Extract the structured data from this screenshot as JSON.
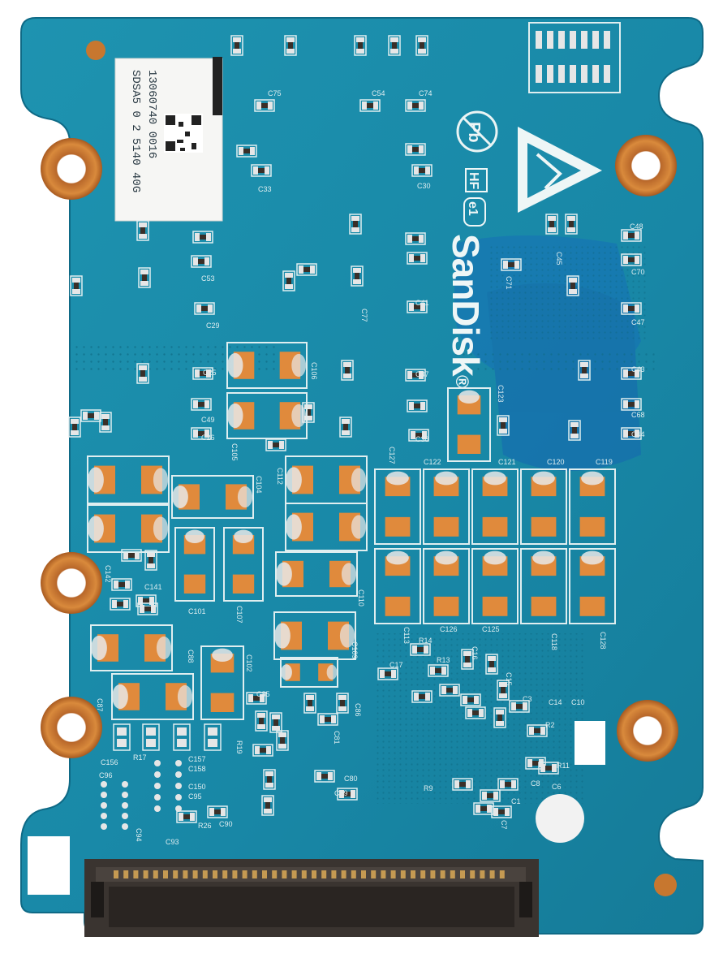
{
  "photo": {
    "board_color": "#1a8aa8",
    "pad_color": "#e08a3c",
    "solder_color": "#e8e8e8"
  },
  "brand": {
    "name": "SanDisk",
    "reg_mark": "®"
  },
  "marks": {
    "pb_free": "Pb",
    "hf": "HF",
    "e1": "e1"
  },
  "sticker": {
    "line1": "13060740 0016",
    "line2": "SDSA5 0 2 5140 40G"
  },
  "silkscreen": [
    {
      "id": "C75",
      "text": "C75"
    },
    {
      "id": "C54",
      "text": "C54"
    },
    {
      "id": "C74",
      "text": "C74"
    },
    {
      "id": "C33",
      "text": "C33"
    },
    {
      "id": "C30",
      "text": "C30"
    },
    {
      "id": "C53",
      "text": "C53"
    },
    {
      "id": "C29",
      "text": "C29"
    },
    {
      "id": "C77",
      "text": "C77"
    },
    {
      "id": "C47",
      "text": "C47"
    },
    {
      "id": "C70",
      "text": "C70"
    },
    {
      "id": "C48",
      "text": "C48"
    },
    {
      "id": "C45",
      "text": "C45"
    },
    {
      "id": "C71",
      "text": "C71"
    },
    {
      "id": "C43",
      "text": "C43"
    },
    {
      "id": "C68",
      "text": "C68"
    },
    {
      "id": "C44",
      "text": "C44"
    },
    {
      "id": "C26",
      "text": "C26"
    },
    {
      "id": "C25",
      "text": "C25"
    },
    {
      "id": "C49",
      "text": "C49"
    },
    {
      "id": "C105",
      "text": "C105"
    },
    {
      "id": "C106",
      "text": "C106"
    },
    {
      "id": "C41",
      "text": "C41"
    },
    {
      "id": "C37",
      "text": "C37"
    },
    {
      "id": "C38",
      "text": "C38"
    },
    {
      "id": "C123",
      "text": "C123"
    },
    {
      "id": "C127",
      "text": "C127"
    },
    {
      "id": "C122",
      "text": "C122"
    },
    {
      "id": "C121",
      "text": "C121"
    },
    {
      "id": "C120",
      "text": "C120"
    },
    {
      "id": "C119",
      "text": "C119"
    },
    {
      "id": "C112",
      "text": "C112"
    },
    {
      "id": "C104",
      "text": "C104"
    },
    {
      "id": "C101",
      "text": "C101"
    },
    {
      "id": "C107",
      "text": "C107"
    },
    {
      "id": "C110",
      "text": "C110"
    },
    {
      "id": "C109",
      "text": "C109"
    },
    {
      "id": "C113",
      "text": "C113"
    },
    {
      "id": "C126",
      "text": "C126"
    },
    {
      "id": "C125",
      "text": "C125"
    },
    {
      "id": "C118",
      "text": "C118"
    },
    {
      "id": "C128",
      "text": "C128"
    },
    {
      "id": "C14",
      "text": "C14"
    },
    {
      "id": "C10",
      "text": "C10"
    },
    {
      "id": "C17",
      "text": "C17"
    },
    {
      "id": "R14",
      "text": "R14"
    },
    {
      "id": "R13",
      "text": "R13"
    },
    {
      "id": "C16",
      "text": "C16"
    },
    {
      "id": "C15",
      "text": "C15"
    },
    {
      "id": "C3",
      "text": "C3"
    },
    {
      "id": "C6",
      "text": "C6"
    },
    {
      "id": "R11",
      "text": "R11"
    },
    {
      "id": "R9",
      "text": "R9"
    },
    {
      "id": "R2",
      "text": "R2"
    },
    {
      "id": "C156",
      "text": "C156"
    },
    {
      "id": "C157",
      "text": "C157"
    },
    {
      "id": "C158",
      "text": "C158"
    },
    {
      "id": "C150",
      "text": "C150"
    },
    {
      "id": "C95",
      "text": "C95"
    },
    {
      "id": "C93",
      "text": "C93"
    },
    {
      "id": "C94",
      "text": "C94"
    },
    {
      "id": "C96",
      "text": "C96"
    },
    {
      "id": "C90",
      "text": "C90"
    },
    {
      "id": "C80",
      "text": "C80"
    },
    {
      "id": "C89",
      "text": "C89"
    },
    {
      "id": "C85",
      "text": "C85"
    },
    {
      "id": "C86",
      "text": "C86"
    },
    {
      "id": "C87",
      "text": "C87"
    },
    {
      "id": "C88",
      "text": "C88"
    },
    {
      "id": "C102",
      "text": "C102"
    },
    {
      "id": "R17",
      "text": "R17"
    },
    {
      "id": "R19",
      "text": "R19"
    },
    {
      "id": "R26",
      "text": "R26"
    },
    {
      "id": "C142",
      "text": "C142"
    },
    {
      "id": "C141",
      "text": "C141"
    },
    {
      "id": "C81",
      "text": "C81"
    },
    {
      "id": "C1",
      "text": "C1"
    },
    {
      "id": "C8",
      "text": "C8"
    },
    {
      "id": "C7",
      "text": "C7"
    }
  ]
}
